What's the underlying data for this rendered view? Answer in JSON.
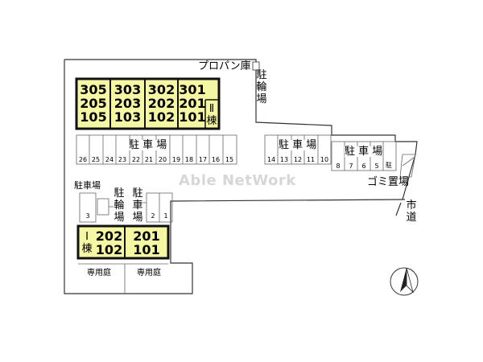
{
  "watermark": "Able NetWork",
  "labels": {
    "propane": "プロパン庫",
    "bike_parking_top": [
      "駐",
      "輪",
      "場"
    ],
    "parking_main": "駐 車 場",
    "parking_mid": "駐 車 場",
    "parking_right": "駐 車 場",
    "garbage": "ゴミ置場",
    "city_road": [
      "市",
      "道"
    ],
    "parking_left": "駐車場",
    "bike_left": [
      "駐",
      "輪",
      "場"
    ],
    "parking_vertical": [
      "駐",
      "車",
      "場"
    ],
    "private_garden_1": "専用庭",
    "private_garden_2": "専用庭",
    "small_bike": "駐"
  },
  "building2": {
    "label": [
      "Ⅱ",
      "棟"
    ],
    "units": [
      [
        "305",
        "205",
        "105"
      ],
      [
        "303",
        "203",
        "103"
      ],
      [
        "302",
        "202",
        "102"
      ],
      [
        "301",
        "201",
        "101"
      ]
    ]
  },
  "building1": {
    "label": [
      "Ⅰ",
      "棟"
    ],
    "units": [
      [
        "202",
        "102"
      ],
      [
        "201",
        "101"
      ]
    ]
  },
  "stalls": {
    "main": [
      "26",
      "25",
      "24",
      "23",
      "22",
      "21",
      "20",
      "19",
      "18",
      "17",
      "16",
      "15"
    ],
    "mid": [
      "14",
      "13",
      "12",
      "11",
      "10"
    ],
    "right": [
      "8",
      "7",
      "6",
      "5"
    ],
    "left": [
      "3",
      "2",
      "1"
    ]
  },
  "colors": {
    "building_fill": "#f6f7a2",
    "line": "#333333",
    "watermark": "#d7d7d7"
  },
  "icons": {
    "north": "north-arrow-icon"
  }
}
